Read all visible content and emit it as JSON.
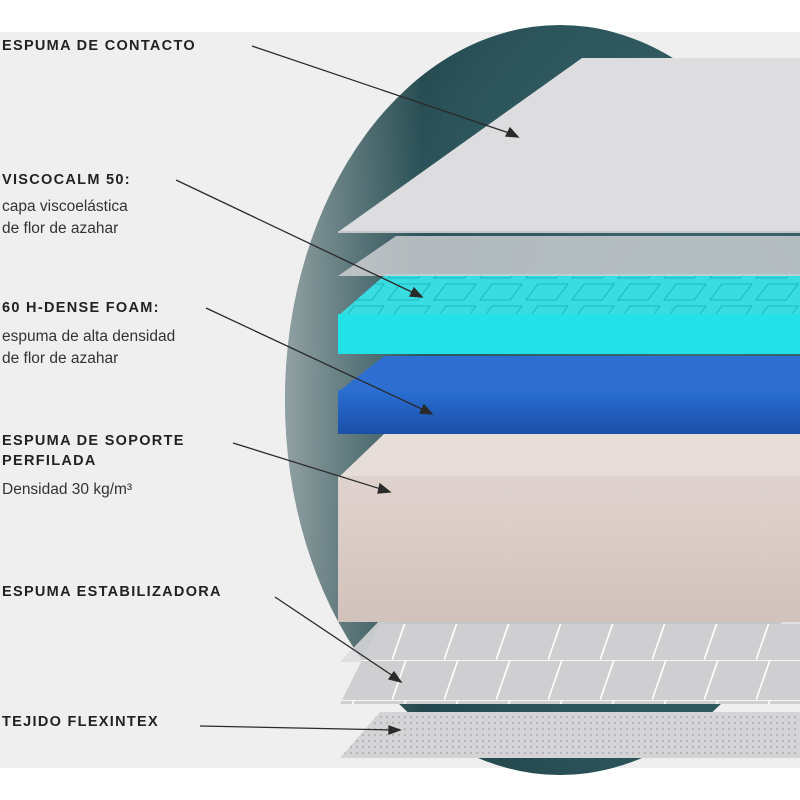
{
  "layers": [
    {
      "id": "contacto",
      "title": "ESPUMA DE CONTACTO",
      "title_line2": "",
      "desc": []
    },
    {
      "id": "viscocalm",
      "title": "VISCOCALM 50:",
      "title_line2": "",
      "desc": [
        "capa viscoelástica",
        "de flor de azahar"
      ]
    },
    {
      "id": "hdense",
      "title": "60 H-DENSE FOAM:",
      "title_line2": "",
      "desc": [
        "espuma de alta densidad",
        "de flor de azahar"
      ]
    },
    {
      "id": "soporte",
      "title": "ESPUMA DE SOPORTE",
      "title_line2": "PERFILADA",
      "desc": [
        "Densidad 30 kg/m³"
      ]
    },
    {
      "id": "estabilizadora",
      "title": "ESPUMA ESTABILIZADORA",
      "title_line2": "",
      "desc": []
    },
    {
      "id": "flexintex",
      "title": "TEJIDO FLEXINTEX",
      "title_line2": "",
      "desc": []
    }
  ],
  "colors": {
    "background_panel": "#efefef",
    "circle": "#2f5a60",
    "contact_foam": "#d9d9db",
    "visco_top": "#33d7dd",
    "visco_front": "#22e0e6",
    "hdense_front": "#1f5fc0",
    "hdense_top": "#2e6fd0",
    "support_foam": "#d7c8c2",
    "stabilizer": "#cfcfd1",
    "fabric": "#d2d2d4",
    "pointer": "#2a2a2a"
  }
}
